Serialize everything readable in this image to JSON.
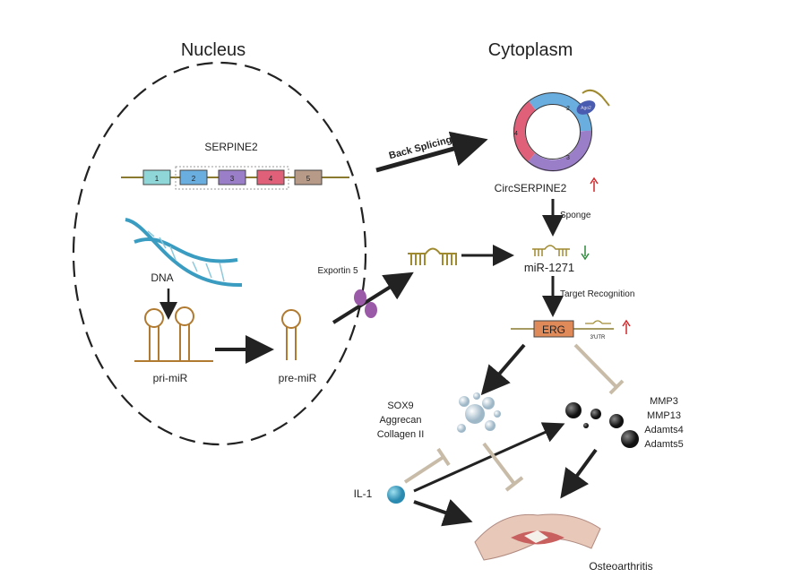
{
  "titles": {
    "nucleus": "Nucleus",
    "cytoplasm": "Cytoplasm"
  },
  "gene": {
    "name": "SERPINE2",
    "exons": [
      "1",
      "2",
      "3",
      "4",
      "5"
    ],
    "exon_colors": [
      "#8fd6d8",
      "#6aaee0",
      "#9b7ec8",
      "#e0607a",
      "#b89a88"
    ]
  },
  "circ": {
    "segments": [
      "2",
      "3",
      "4"
    ],
    "ago2": "Ago2",
    "name": "CircSERPINE2",
    "trend": "up"
  },
  "labels": {
    "dna": "DNA",
    "pri_mir": "pri-miR",
    "pre_mir": "pre-miR",
    "exportin": "Exportin 5",
    "back_splicing": "Back Splicing",
    "sponge": "Sponge",
    "mir": "miR-1271",
    "target_recognition": "Target Recognition",
    "erg": "ERG",
    "utr": "3'UTR",
    "il1": "IL-1",
    "osteoarthritis": "Osteoarthritis"
  },
  "anabolic": [
    "SOX9",
    "Aggrecan",
    "Collagen II"
  ],
  "catabolic": [
    "MMP3",
    "MMP13",
    "Adamts4",
    "Adamts5"
  ],
  "trends": {
    "circ": "up",
    "mir": "down",
    "erg": "up"
  },
  "colors": {
    "up": "#d0282a",
    "down": "#2e8a3c",
    "erg": "#e08a5a",
    "inhibit": "#c8bca8",
    "exportin": "#9b5aa8",
    "dna": "#3a9cc0"
  }
}
